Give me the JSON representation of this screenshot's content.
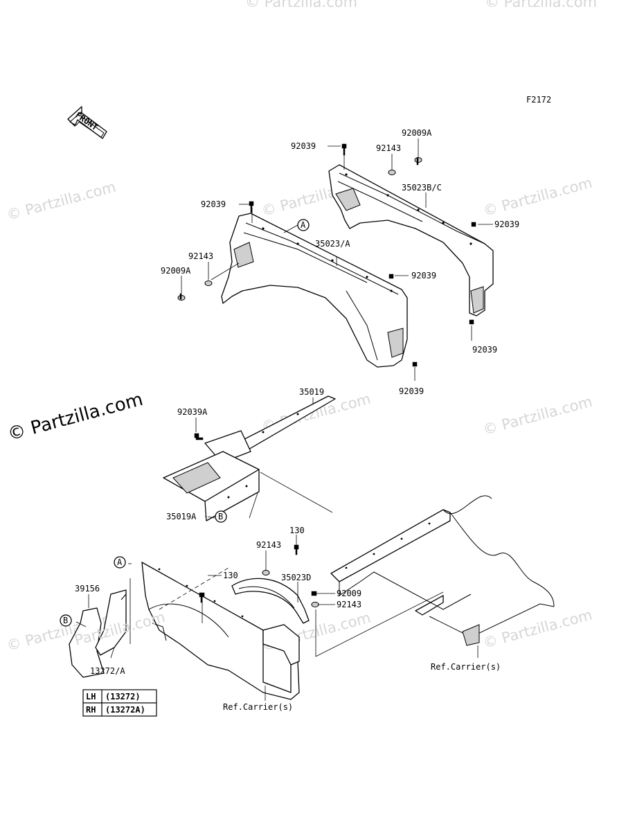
{
  "figure_code": "F2172",
  "front_arrow": {
    "label": "FRONT"
  },
  "callouts": {
    "a_top": "A",
    "b_mid": "B",
    "a_low": "A",
    "b_low": "B"
  },
  "part_labels": {
    "l_92039_top": "92039",
    "l_92143_top": "92143",
    "l_92009A_top": "92009A",
    "l_35023BC": "35023B/C",
    "l_92039_rr": "92039",
    "l_92039_rb": "92039",
    "l_92039_lt": "92039",
    "l_35023A": "35023/A",
    "l_92143_l": "92143",
    "l_92009A_l": "92009A",
    "l_92039_mr": "92039",
    "l_92039_bot": "92039",
    "l_35019": "35019",
    "l_92039A": "92039A",
    "l_35019A": "35019A",
    "l_130_top": "130",
    "l_92143_mid": "92143",
    "l_130_mid": "130",
    "l_35023D": "35023D",
    "l_92009": "92009",
    "l_92143_low": "92143",
    "l_39156": "39156",
    "l_13272A": "13272/A",
    "l_ref_carrier_1": "Ref.Carrier(s)",
    "l_ref_carrier_2": "Ref.Carrier(s)"
  },
  "side_table": [
    {
      "side": "LH",
      "part": "(13272)"
    },
    {
      "side": "RH",
      "part": "(13272A)"
    }
  ],
  "watermarks": {
    "main": "© Partzilla.com",
    "faint": "© Partzilla.com",
    "faint_short": "Partzilla.com"
  },
  "colors": {
    "line": "#000000",
    "watermark": "#d6d6d6",
    "background": "#ffffff"
  }
}
